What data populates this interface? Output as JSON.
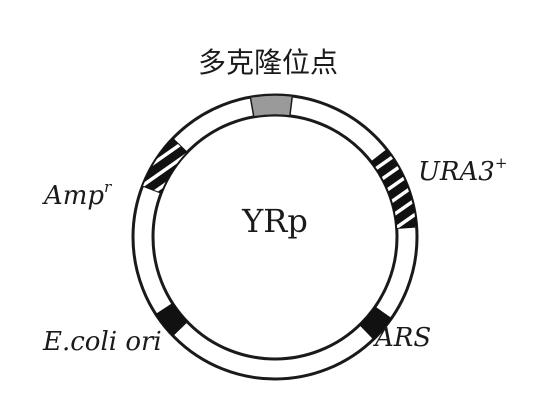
{
  "diagram": {
    "title_label": "多克隆位点",
    "center_label": "YRp",
    "features": {
      "ura3": {
        "name": "URA3",
        "superscript": "+"
      },
      "amp": {
        "name": "Amp",
        "superscript": "r"
      },
      "ars": {
        "name": "ARS"
      },
      "ecoli_ori": {
        "name": "E.coli ori"
      }
    },
    "colors": {
      "ring_stroke": "#1a1a1a",
      "ring_fill": "#ffffff",
      "mcs_fill": "#9a9a9a",
      "marker_fill": "#111111",
      "hatch_stripe": "#ffffff"
    }
  }
}
